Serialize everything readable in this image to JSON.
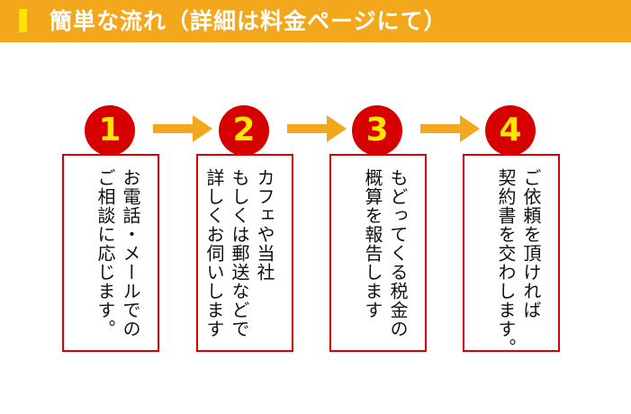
{
  "header": {
    "title": "簡単な流れ（詳細は料金ページにて）"
  },
  "colors": {
    "header_bg": "#f3a71d",
    "accent_bar": "#ffe600",
    "circle_red": "#d60000",
    "number_yellow": "#ffe600",
    "arrow_orange": "#f3a71d"
  },
  "steps": [
    {
      "number": "1",
      "text": "お電話・メールでの\nご相談に応じます。"
    },
    {
      "number": "2",
      "text": "カフェや当社\nもしくは郵送などで\n詳しくお伺いします"
    },
    {
      "number": "3",
      "text": "もどってくる税金の\n概算を報告します"
    },
    {
      "number": "4",
      "text": "ご依頼を頂ければ\n契約書を交わします。"
    }
  ],
  "icons": {
    "arrow": "arrow-right-icon"
  }
}
